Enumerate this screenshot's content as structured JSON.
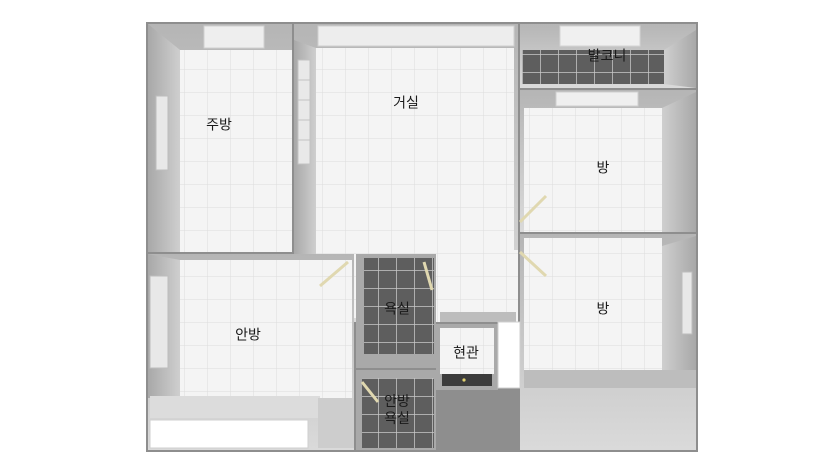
{
  "rooms": {
    "kitchen": "주방",
    "living": "거실",
    "balcony": "발코니",
    "room1": "방",
    "room2": "방",
    "master": "안방",
    "bath": "욕실",
    "entry": "현관",
    "master_bath_line1": "안방",
    "master_bath_line2": "욕실"
  },
  "colors": {
    "wall": "#9b9b9b",
    "wall_side": "#c9c9c9",
    "floor": "#f3f3f3",
    "tile_grid": "#d9d9d9",
    "dark_tile": "#5c5c5c",
    "window_frame": "#e6e6e6",
    "door_marker": "#d8c070"
  }
}
